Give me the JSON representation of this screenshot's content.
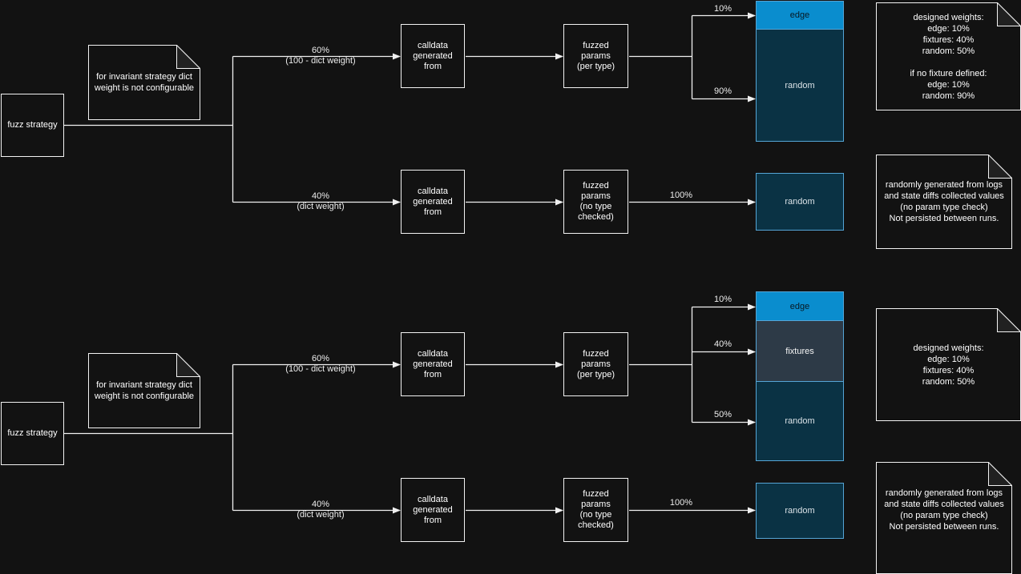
{
  "colors": {
    "background": "#121212",
    "shape_border": "#f2f2f2",
    "edge_fill": "#0a8dce",
    "fixtures_fill": "#2d3a47",
    "random_fill": "#0a3244",
    "stack_border": "#55a5d6",
    "connector": "#f0f0f0"
  },
  "sections": [
    {
      "strategy": "fuzz strategy",
      "note": "for invariant strategy dict\nweight is not configurable",
      "branch_top": "60%\n(100 - dict weight)",
      "branch_bottom": "40%\n(dict weight)",
      "calldata_top": "calldata\ngenerated\nfrom",
      "calldata_bottom": "calldata\ngenerated\nfrom",
      "fuzzed_top": "fuzzed\nparams\n(per type)",
      "fuzzed_bottom": "fuzzed\nparams\n(no type\nchecked)",
      "stack": {
        "edge": "edge",
        "random": "random"
      },
      "stack_pcts": {
        "edge": "10%",
        "random": "90%"
      },
      "single_random": "random",
      "single_pct": "100%",
      "note_weights": "designed weights:\nedge: 10%\nfixtures: 40%\nrandom: 50%\n\nif no fixture defined:\nedge: 10%\nrandom: 90%",
      "note_random": "randomly generated from logs\nand state diffs collected values\n(no param type check)\nNot persisted between runs."
    },
    {
      "strategy": "fuzz strategy",
      "note": "for invariant strategy dict\nweight is not configurable",
      "branch_top": "60%\n(100 - dict weight)",
      "branch_bottom": "40%\n(dict weight)",
      "calldata_top": "calldata\ngenerated\nfrom",
      "calldata_bottom": "calldata\ngenerated\nfrom",
      "fuzzed_top": "fuzzed\nparams\n(per type)",
      "fuzzed_bottom": "fuzzed\nparams\n(no type\nchecked)",
      "stack": {
        "edge": "edge",
        "fixtures": "fixtures",
        "random": "random"
      },
      "stack_pcts": {
        "edge": "10%",
        "fixtures": "40%",
        "random": "50%"
      },
      "single_random": "random",
      "single_pct": "100%",
      "note_weights": "designed weights:\nedge: 10%\nfixtures: 40%\nrandom: 50%",
      "note_random": "randomly generated from logs\nand state diffs collected values\n(no param type check)\nNot persisted between runs."
    }
  ]
}
